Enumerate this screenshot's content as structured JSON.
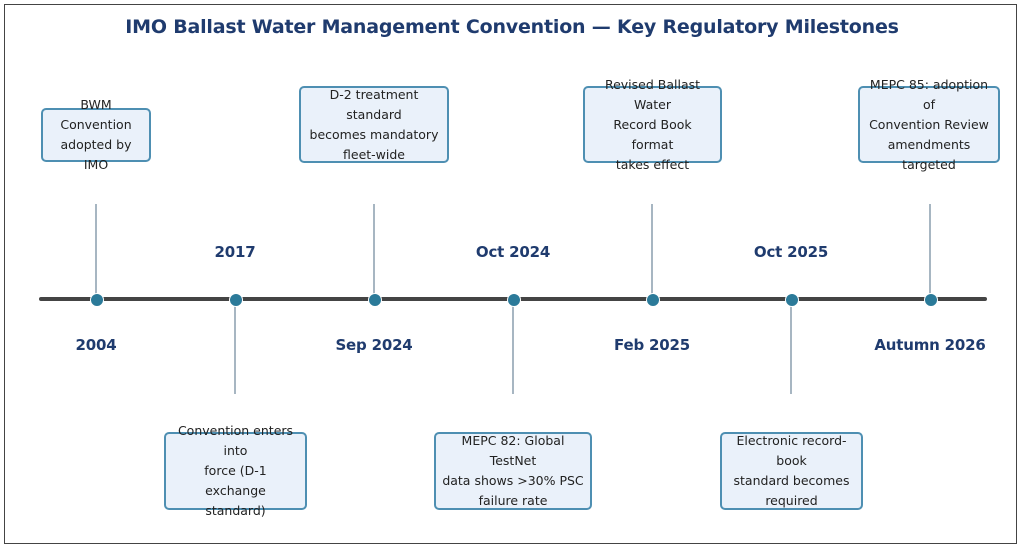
{
  "title": "IMO Ballast Water Management Convention — Key Regulatory Milestones",
  "milestones": [
    {
      "date": "2004",
      "text": "BWM Convention\nadopted by IMO"
    },
    {
      "date": "2017",
      "text": "Convention enters into\nforce (D-1 exchange\nstandard)"
    },
    {
      "date": "Sep 2024",
      "text": "D-2 treatment standard\nbecomes mandatory\nfleet-wide"
    },
    {
      "date": "Oct 2024",
      "text": "MEPC 82: Global TestNet\ndata shows >30% PSC\nfailure rate"
    },
    {
      "date": "Feb 2025",
      "text": "Revised Ballast Water\nRecord Book format\ntakes effect"
    },
    {
      "date": "Oct 2025",
      "text": "Electronic record-book\nstandard becomes\nrequired"
    },
    {
      "date": "Autumn 2026",
      "text": "MEPC 85: adoption of\nConvention Review\namendments targeted"
    }
  ],
  "colors": {
    "title": "#1f3b6e",
    "axis": "#444444",
    "dot": "#2b7a99",
    "box_fill": "#eaf1fa",
    "box_border": "#4e8fb2",
    "stem": "#a7b6c2"
  }
}
